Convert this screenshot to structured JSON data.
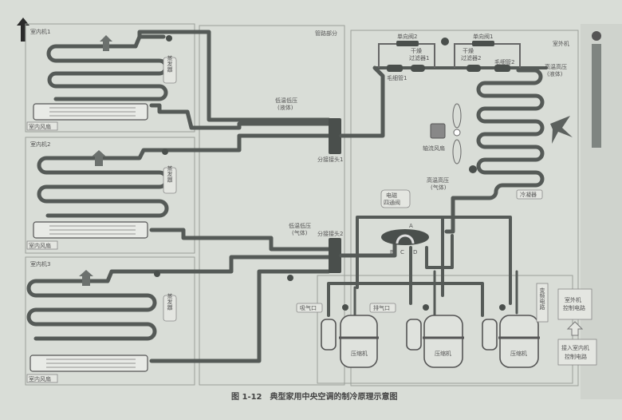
{
  "indoor_units": [
    {
      "title": "室内机1",
      "evaporator": "蒸发器",
      "fan": "室内风扇"
    },
    {
      "title": "室内机2",
      "evaporator": "蒸发器",
      "fan": "室内风扇"
    },
    {
      "title": "室内机3",
      "evaporator": "蒸发器",
      "fan": "室内风扇"
    }
  ],
  "pipe_section": {
    "title": "管路部分",
    "liquid_label": [
      "低温低压",
      "(液体)"
    ],
    "gas_label": [
      "低温低压",
      "(气体)"
    ],
    "manifold1": "分接接头1",
    "manifold2": "分接接头2"
  },
  "outdoor_unit": {
    "title": "室外机",
    "check_valve_left": "单向阀2",
    "check_valve_right": "单向阀1",
    "filter1": [
      "干燥",
      "过滤器1"
    ],
    "filter2": [
      "干燥",
      "过滤器2"
    ],
    "capillary1": "毛细管1",
    "capillary2": "毛细管2",
    "hp_liquid": [
      "高温高压",
      "(液体)"
    ],
    "axial_fan": "轴流风扇",
    "hp_gas": [
      "高温高压",
      "(气体)"
    ],
    "condenser": "冷凝器",
    "four_way_valve": [
      "电磁",
      "四通阀"
    ],
    "ports": [
      "A",
      "B",
      "C",
      "D"
    ],
    "suction": "吸气口",
    "discharge": "排气口",
    "compressor": "压缩机",
    "inverter": "变频电路",
    "outdoor_control": [
      "室外机",
      "控制电路"
    ],
    "indoor_control_in": [
      "接入室内机",
      "控制电路"
    ]
  },
  "caption": "图 1-12　典型家用中央空调的制冷原理示意图"
}
